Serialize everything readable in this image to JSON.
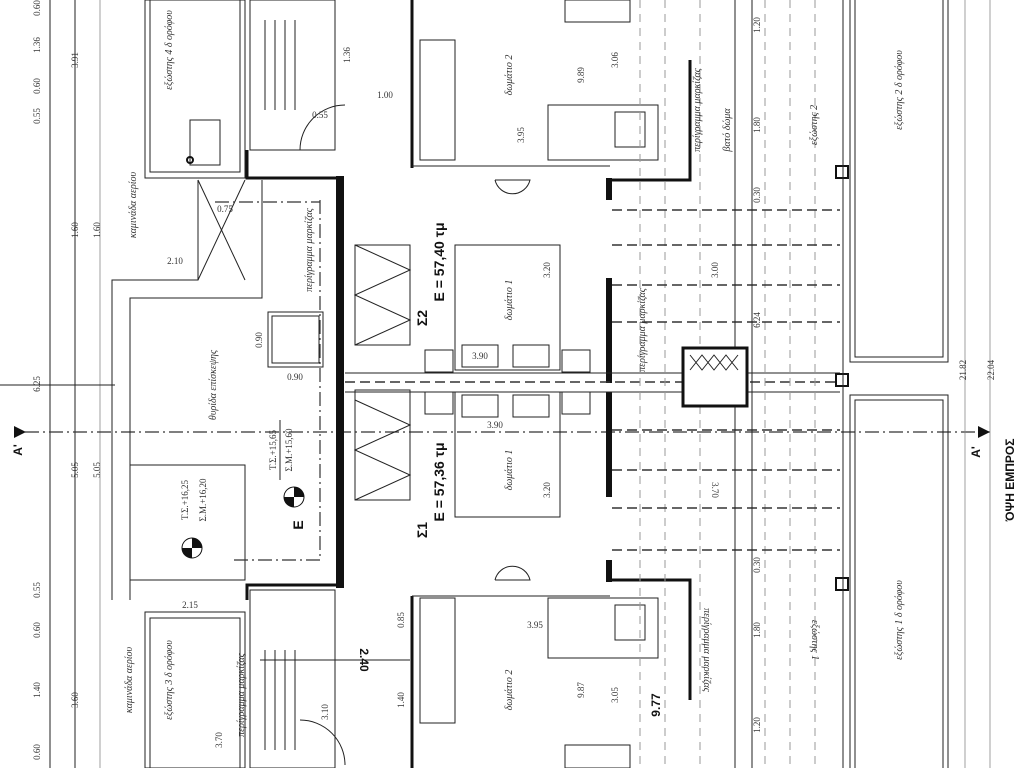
{
  "title": "ΌΨΗ ΕΜΠΡΟΣ",
  "section_marker": "A'",
  "apartments": [
    {
      "name": "Σ2",
      "area": "Ε = 57,40 τμ"
    },
    {
      "name": "Σ1",
      "area": "Ε = 57,36 τμ"
    }
  ],
  "rooms": {
    "bedroom1": "δωμάτιο 1",
    "bedroom2": "δωμάτιο 2",
    "balcony1": "εξώστης 1",
    "balcony2": "εξώστης 2",
    "roof": "βατό δώμα"
  },
  "labels": {
    "balcony_2_4th": "εξώστης 2 δ ορόφου",
    "balcony_1_4th": "εξώστης 1 δ ορόφου",
    "balcony_4_4th": "εξώστης 4 δ ορόφου",
    "balcony_3_4th": "εξώστης 3 δ ορόφου",
    "gas_chimney": "καμινάδα αερίου",
    "canopy_outline": "περίγραμμα μαρκίζας",
    "inspection_hatch": "θυρίδα επίσκεψης",
    "level_E": "Ε"
  },
  "levels": [
    {
      "ts": "Τ.Σ.+15,65",
      "sm": "Σ.Μ.+15,60"
    },
    {
      "ts": "Τ.Σ.+16,25",
      "sm": "Σ.Μ.+16,20"
    }
  ],
  "dimensions": {
    "outer_left": [
      "0.60",
      "1.36",
      "0.60",
      "0.55",
      "6.25",
      "0.55",
      "0.60",
      "1.40",
      "0.60"
    ],
    "mid_left": [
      "3.91",
      "1.60",
      "5.05",
      "3.60"
    ],
    "inner_left": [
      "1.60",
      "5.05"
    ],
    "bedroom_width": "3.20",
    "bedroom_depth": "3.90",
    "room2_depth": "3.95",
    "room2_len_top": "9.89",
    "room2_len_bottom": "9.87",
    "bath_len_top": "3.06",
    "bath_len_bottom": "3.05",
    "terrace_len": "9.77",
    "terrace_a": "1.80",
    "terrace_b": "1.20",
    "terrace_c": "0.30",
    "terrace_d": "3.00",
    "terrace_e": "3.70",
    "terrace_f": "6.24",
    "total_a": "21.82",
    "total_b": "22.04",
    "hatch": "0.90",
    "stair_a": "2.10",
    "stair_b": "2.15",
    "stair_c": "2.40",
    "stair_d": "1.00",
    "stair_e": "0.55",
    "stair_f": "0.85",
    "stair_g": "1.36",
    "stair_h": "1.40",
    "stair_i": "3.10",
    "stair_j": "3.70",
    "stair_k": "0.75"
  },
  "colors": {
    "ink": "#111111",
    "grid": "#999999",
    "paper": "#ffffff"
  }
}
